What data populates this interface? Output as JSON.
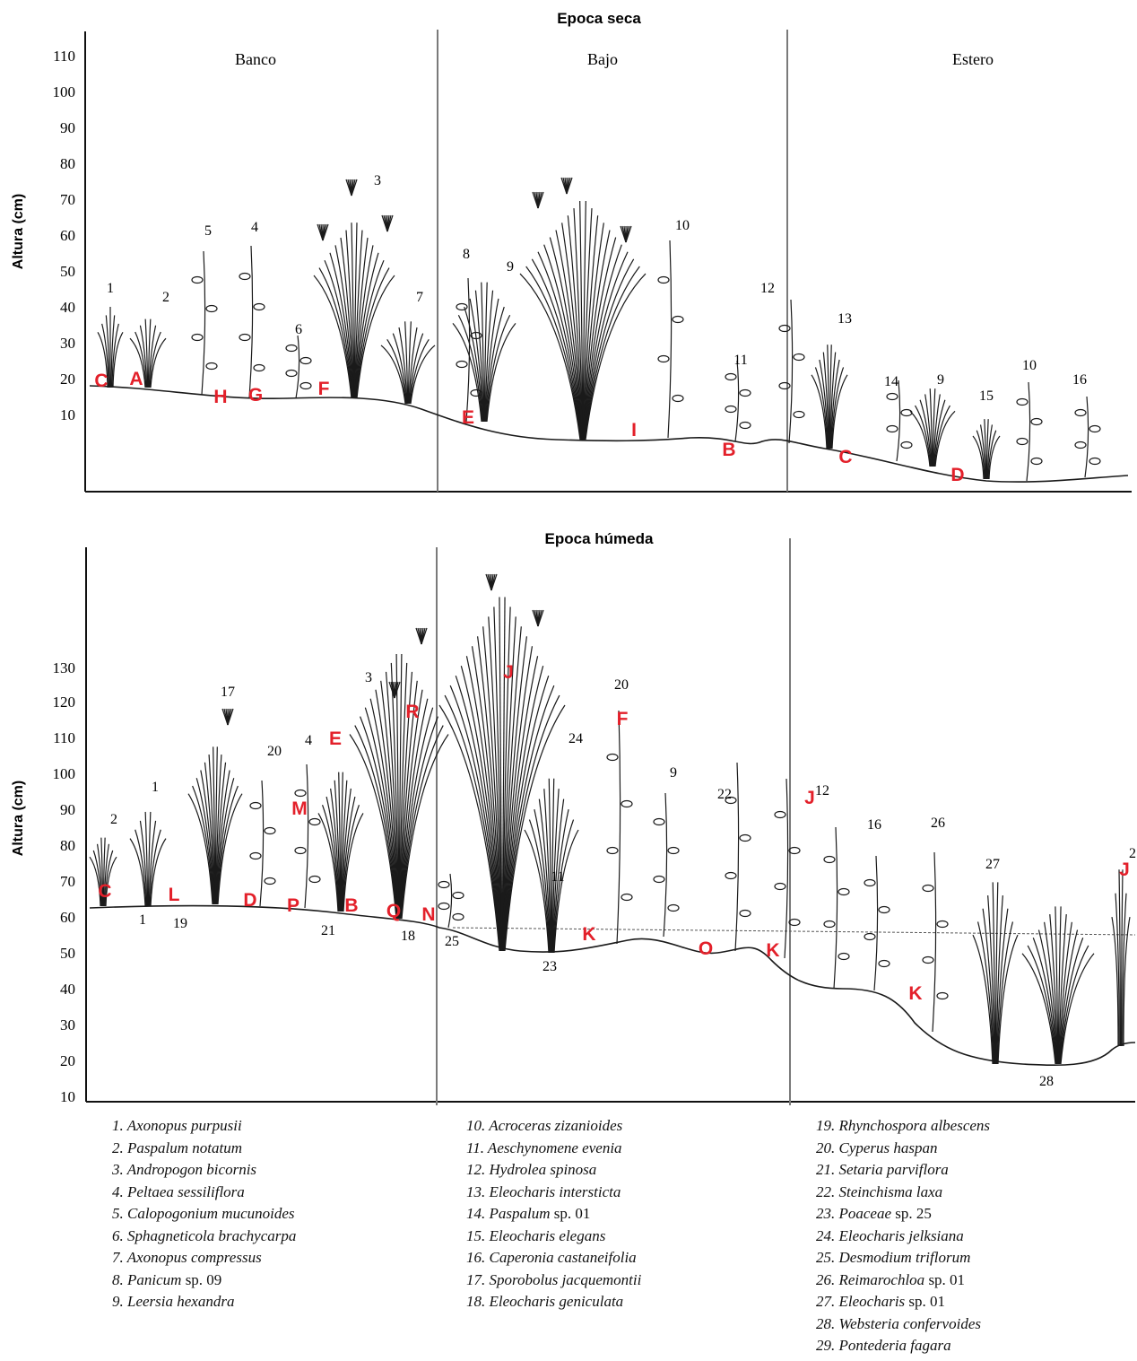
{
  "panels": [
    {
      "title": "Epoca seca",
      "ylabel": "Altura (cm)",
      "yticks": [
        "10",
        "20",
        "30",
        "40",
        "50",
        "60",
        "70",
        "80",
        "90",
        "100",
        "110"
      ],
      "zones": [
        "Banco",
        "Bajo",
        "Estero"
      ],
      "species_labels": [
        "1",
        "2",
        "5",
        "4",
        "3",
        "6",
        "7",
        "8",
        "9",
        "10",
        "12",
        "11",
        "13",
        "14",
        "9",
        "15",
        "10",
        "16"
      ],
      "community_labels": [
        "C",
        "A",
        "H",
        "G",
        "F",
        "E",
        "I",
        "B",
        "C",
        "D"
      ]
    },
    {
      "title": "Epoca húmeda",
      "ylabel": "Altura (cm)",
      "yticks": [
        "10",
        "20",
        "30",
        "40",
        "50",
        "60",
        "70",
        "80",
        "90",
        "100",
        "110",
        "120",
        "130"
      ],
      "species_labels": [
        "2",
        "1",
        "17",
        "20",
        "4",
        "3",
        "1",
        "19",
        "21",
        "18",
        "25",
        "20",
        "24",
        "11",
        "9",
        "22",
        "12",
        "16",
        "26",
        "27",
        "23",
        "28",
        "2"
      ],
      "community_labels": [
        "E",
        "R",
        "J",
        "F",
        "M",
        "J",
        "C",
        "L",
        "D",
        "P",
        "B",
        "Q",
        "N",
        "K",
        "O",
        "K",
        "K",
        "J"
      ]
    }
  ],
  "legend": {
    "col1": [
      {
        "num": "1.",
        "genus": "Axonopus purpusii",
        "suffix": ""
      },
      {
        "num": "2.",
        "genus": "Paspalum notatum",
        "suffix": ""
      },
      {
        "num": "3.",
        "genus": "Andropogon bicornis",
        "suffix": ""
      },
      {
        "num": "4.",
        "genus": "Peltaea sessiliflora",
        "suffix": ""
      },
      {
        "num": "5.",
        "genus": "Calopogonium mucunoides",
        "suffix": ""
      },
      {
        "num": "6.",
        "genus": "Sphagneticola brachycarpa",
        "suffix": ""
      },
      {
        "num": "7.",
        "genus": "Axonopus compressus",
        "suffix": ""
      },
      {
        "num": "8.",
        "genus": "Panicum",
        "suffix": " sp. 09"
      },
      {
        "num": "9.",
        "genus": "Leersia hexandra",
        "suffix": ""
      }
    ],
    "col2": [
      {
        "num": "10.",
        "genus": "Acroceras zizanioides",
        "suffix": ""
      },
      {
        "num": "11.",
        "genus": "Aeschynomene evenia",
        "suffix": ""
      },
      {
        "num": "12.",
        "genus": "Hydrolea spinosa",
        "suffix": ""
      },
      {
        "num": "13.",
        "genus": "Eleocharis intersticta",
        "suffix": ""
      },
      {
        "num": "14.",
        "genus": "Paspalum",
        "suffix": " sp. 01"
      },
      {
        "num": "15.",
        "genus": "Eleocharis elegans",
        "suffix": ""
      },
      {
        "num": "16.",
        "genus": "Caperonia castaneifolia",
        "suffix": ""
      },
      {
        "num": "17.",
        "genus": "Sporobolus jacquemontii",
        "suffix": ""
      },
      {
        "num": "18.",
        "genus": "Eleocharis geniculata",
        "suffix": ""
      }
    ],
    "col3": [
      {
        "num": "19.",
        "genus": "Rhynchospora albescens",
        "suffix": ""
      },
      {
        "num": "20.",
        "genus": "Cyperus haspan",
        "suffix": ""
      },
      {
        "num": "21.",
        "genus": "Setaria parviflora",
        "suffix": ""
      },
      {
        "num": "22.",
        "genus": "Steinchisma laxa",
        "suffix": ""
      },
      {
        "num": "23.",
        "genus": "Poaceae",
        "suffix": " sp. 25"
      },
      {
        "num": "24.",
        "genus": "Eleocharis jelksiana",
        "suffix": ""
      },
      {
        "num": "25.",
        "genus": "Desmodium triflorum",
        "suffix": ""
      },
      {
        "num": "26.",
        "genus": "Reimarochloa",
        "suffix": " sp. 01"
      },
      {
        "num": "27.",
        "genus": "Eleocharis",
        "suffix": " sp. 01"
      },
      {
        "num": "28.",
        "genus": "Websteria confervoides",
        "suffix": ""
      },
      {
        "num": "29.",
        "genus": "Pontederia fagara",
        "suffix": ""
      }
    ]
  },
  "colors": {
    "axis": "#111111",
    "divider": "#7a7a7a",
    "community": "#e3202a",
    "plant": "#1a1a1a"
  }
}
